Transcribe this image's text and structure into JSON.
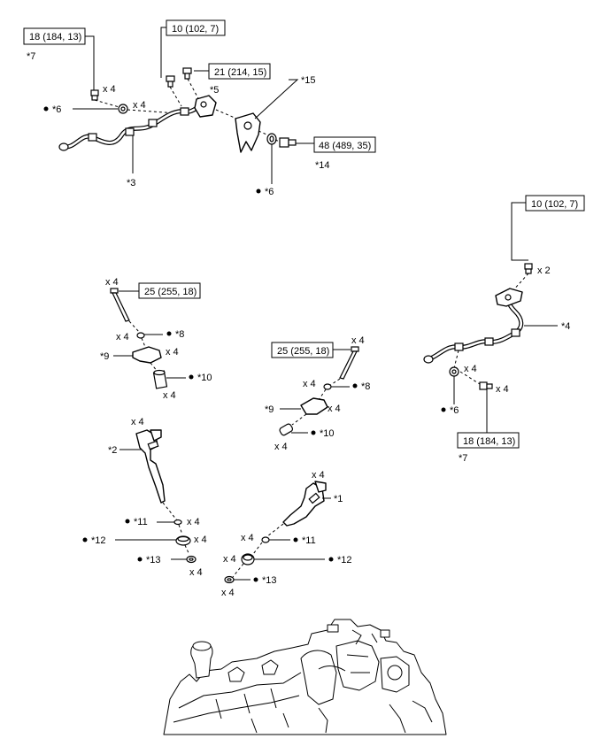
{
  "torques": {
    "t_top_left": "18 (184, 13)",
    "t_top_center": "10 (102, 7)",
    "t_top_mid": "21 (214, 15)",
    "t_top_right_union": "48 (489, 35)",
    "t_right_top": "10 (102, 7)",
    "t_right_bottom": "18 (184, 13)",
    "t_left_clamp": "25 (255, 18)",
    "t_mid_clamp": "25 (255, 18)"
  },
  "callouts": {
    "c7_top": "*7",
    "c6_top_left": "*6",
    "c3": "*3",
    "c5": "*5",
    "c15": "*15",
    "c14": "*14",
    "c6_top_mid": "*6",
    "c4": "*4",
    "c6_right": "*6",
    "c7_right": "*7",
    "c8_left": "*8",
    "c9_left": "*9",
    "c10_left": "*10",
    "c2": "*2",
    "c11_left": "*11",
    "c12_left": "*12",
    "c13_left": "*13",
    "c8_mid": "*8",
    "c9_mid": "*9",
    "c10_mid": "*10",
    "c1": "*1",
    "c11_mid": "*11",
    "c12_mid": "*12",
    "c13_mid": "*13"
  },
  "quantities": {
    "q_top_bolt": "x 4",
    "q_top_gasket": "x 4",
    "q_right_bolt": "x 2",
    "q_right_gasket": "x 4",
    "q_right_union": "x 4",
    "q_left_clamp_bolt": "x 4",
    "q_left_washer": "x 4",
    "q_left_clamp": "x 4",
    "q_left_sleeve": "x 4",
    "q_inj2": "x 4",
    "q_left_11": "x 4",
    "q_left_12": "x 4",
    "q_left_13": "x 4",
    "q_mid_clamp_bolt": "x 4",
    "q_mid_washer": "x 4",
    "q_mid_clamp": "x 4",
    "q_mid_sleeve": "x 4",
    "q_inj1": "x 4",
    "q_mid_11": "x 4",
    "q_mid_12": "x 4",
    "q_mid_13": "x 4"
  }
}
